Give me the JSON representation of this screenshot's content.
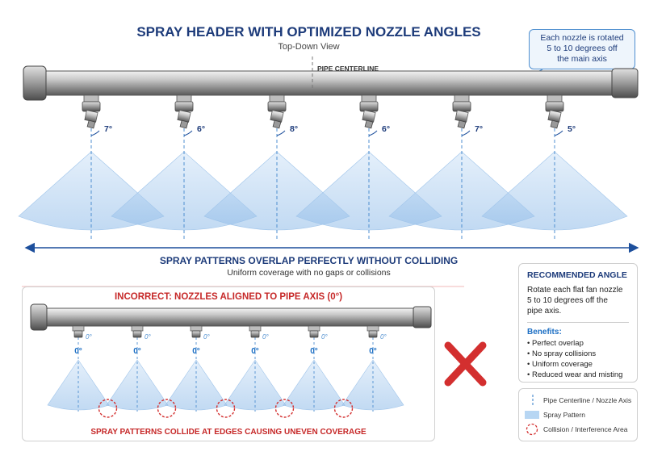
{
  "title": "SPRAY HEADER WITH OPTIMIZED NOZZLE ANGLES",
  "subtitle": "Top-Down View",
  "callout": {
    "line1": "Each nozzle is rotated",
    "line2": "5 to 10 degrees off",
    "line3": "the main axis"
  },
  "pipe_centerline_label": "PIPE CENTERLINE",
  "optimized_angles": [
    "7°",
    "6°",
    "8°",
    "6°",
    "7°",
    "5°"
  ],
  "overlap_heading": "SPRAY PATTERNS OVERLAP PERFECTLY WITHOUT COLLIDING",
  "overlap_sub": "Uniform coverage with no gaps or collisions",
  "incorrect": {
    "title": "INCORRECT: NOZZLES ALIGNED TO PIPE AXIS (0°)",
    "angles": [
      "0°",
      "0°",
      "0°",
      "0°",
      "0°",
      "0°"
    ],
    "footer": "SPRAY PATTERNS COLLIDE AT EDGES CAUSING UNEVEN COVERAGE"
  },
  "recommended": {
    "title": "RECOMMENDED ANGLE",
    "desc_line1": "Rotate each flat fan nozzle",
    "desc_line2": "5 to 10 degrees off the",
    "desc_line3": "pipe axis.",
    "benefits_title": "Benefits:",
    "benefits": [
      "Perfect overlap",
      "No spray collisions",
      "Uniform coverage",
      "Reduced wear and misting"
    ]
  },
  "legend": {
    "items": [
      "Pipe Centerline / Nozzle Axis",
      "Spray Pattern",
      "Collision / Interference Area"
    ]
  },
  "colors": {
    "navy": "#1d3b7a",
    "blue": "#1d6fc4",
    "spray": "#a9cdf0",
    "red": "#c62828"
  },
  "icons": {
    "wrong": "red-x-icon"
  }
}
